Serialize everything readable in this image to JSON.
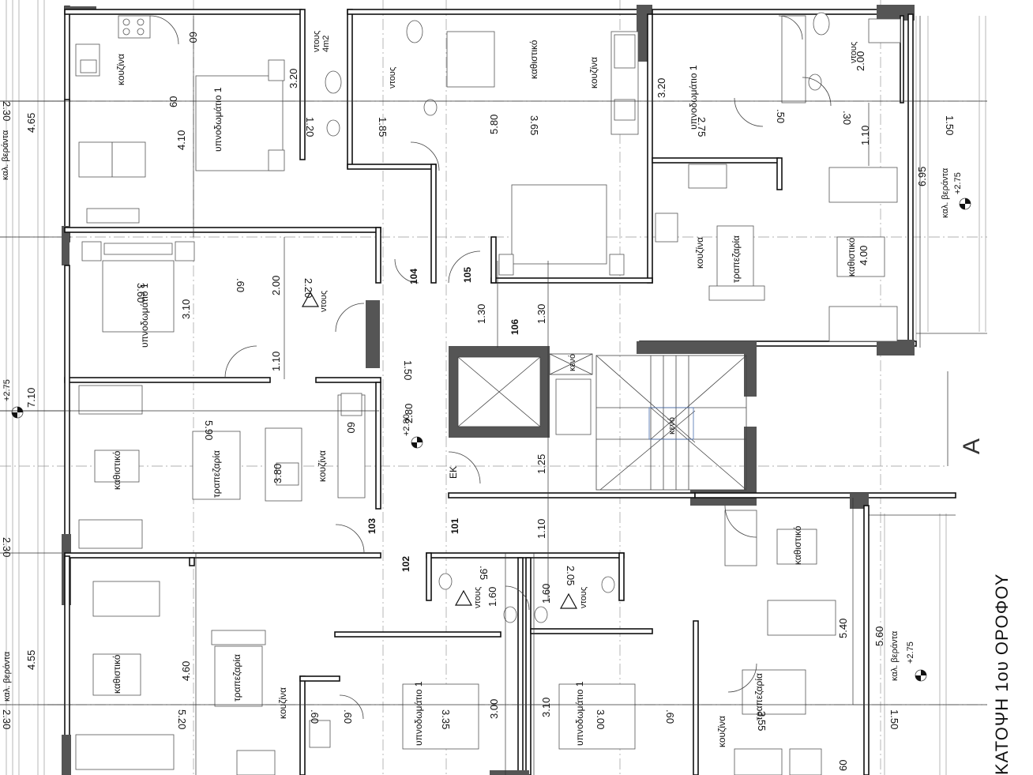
{
  "title": "ΚΑΤΟΨΗ 1ου ΟΡΟΦΟΥ",
  "section_mark": "A",
  "rooms": {
    "kitchen": "κουζίνα",
    "bedroom1": "υπνοδωμάτιο 1",
    "living": "καθιστικό",
    "dining": "τραπεζαρία",
    "shower": "ντους",
    "shower_area": "ντους\n4m2",
    "veranda": "καλ. βεράντα",
    "void": "κενό"
  },
  "door_numbers": [
    "101",
    "102",
    "103",
    "104",
    "105",
    "106"
  ],
  "lift_label": "ΕΚ",
  "levels": [
    "+2.75",
    "+2.80",
    "+2.75",
    "+2.75"
  ],
  "dimensions": [
    "60",
    "3.20",
    "1.20",
    "1.85",
    "3.65",
    "5.80",
    "3.20",
    "2.75",
    ".50",
    ".30",
    "2.00",
    "1.10",
    "1.50",
    "6.95",
    "4.00",
    "4.65",
    "2.30",
    "4.10",
    "3.60",
    ".60",
    "2.00",
    "2.20",
    "3.10",
    "1.10",
    "1.50",
    "1.30",
    "1.30",
    "2.80",
    "7.10",
    "5.90",
    "3.80",
    "60",
    "1.25",
    "1.10",
    "2.30",
    ".95",
    "1.60",
    "1.60",
    "2.05",
    "5.40",
    "5.60",
    "4.55",
    "4.60",
    "5.20",
    ".60",
    ".60",
    "3.35",
    "3.00",
    "3.10",
    "3.00",
    ".60",
    "3.55",
    "1.50",
    "60",
    "2.30",
    "60"
  ]
}
